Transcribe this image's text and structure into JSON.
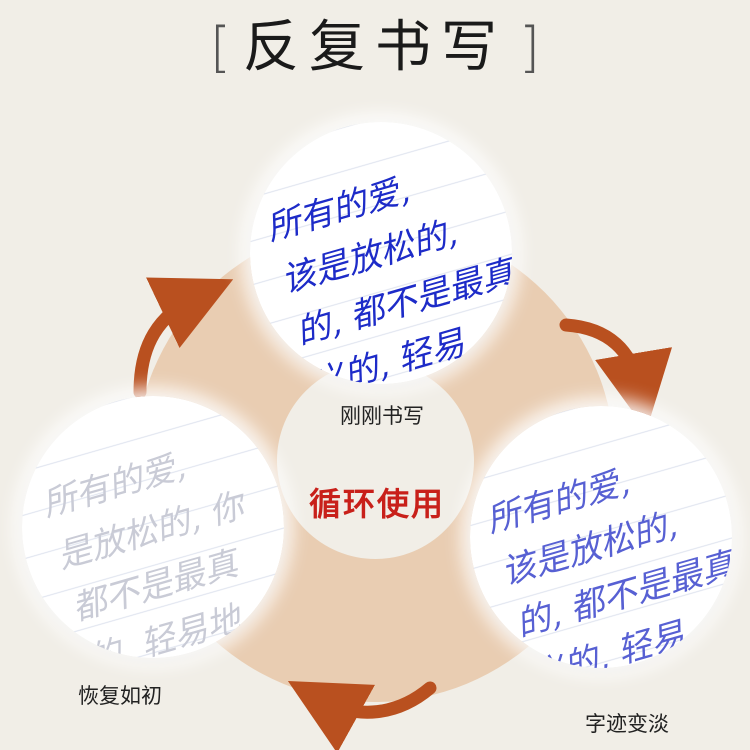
{
  "title": {
    "left_bracket": "[",
    "text": "反复书写",
    "right_bracket": "]"
  },
  "center_text": "循环使用",
  "stages": {
    "just_written": {
      "caption": "刚刚书写",
      "lines": [
        "所有的爱,",
        "该是放松的,",
        "的, 都不是最真",
        "义的, 轻易"
      ]
    },
    "fading": {
      "caption": "字迹变淡",
      "lines": [
        "所有的爱,",
        "该是放松的,",
        "的, 都不是最真",
        "义的, 轻易"
      ]
    },
    "restored": {
      "caption": "恢复如初",
      "lines": [
        "所有的爱,",
        "是放松的, 你",
        "都不是最真",
        "的, 轻易地"
      ]
    }
  },
  "colors": {
    "arrow": "#b9501f",
    "center_text": "#c8201a",
    "fresh_ink": "#1d2bc8",
    "faded_ink": "#c9cbd6"
  }
}
